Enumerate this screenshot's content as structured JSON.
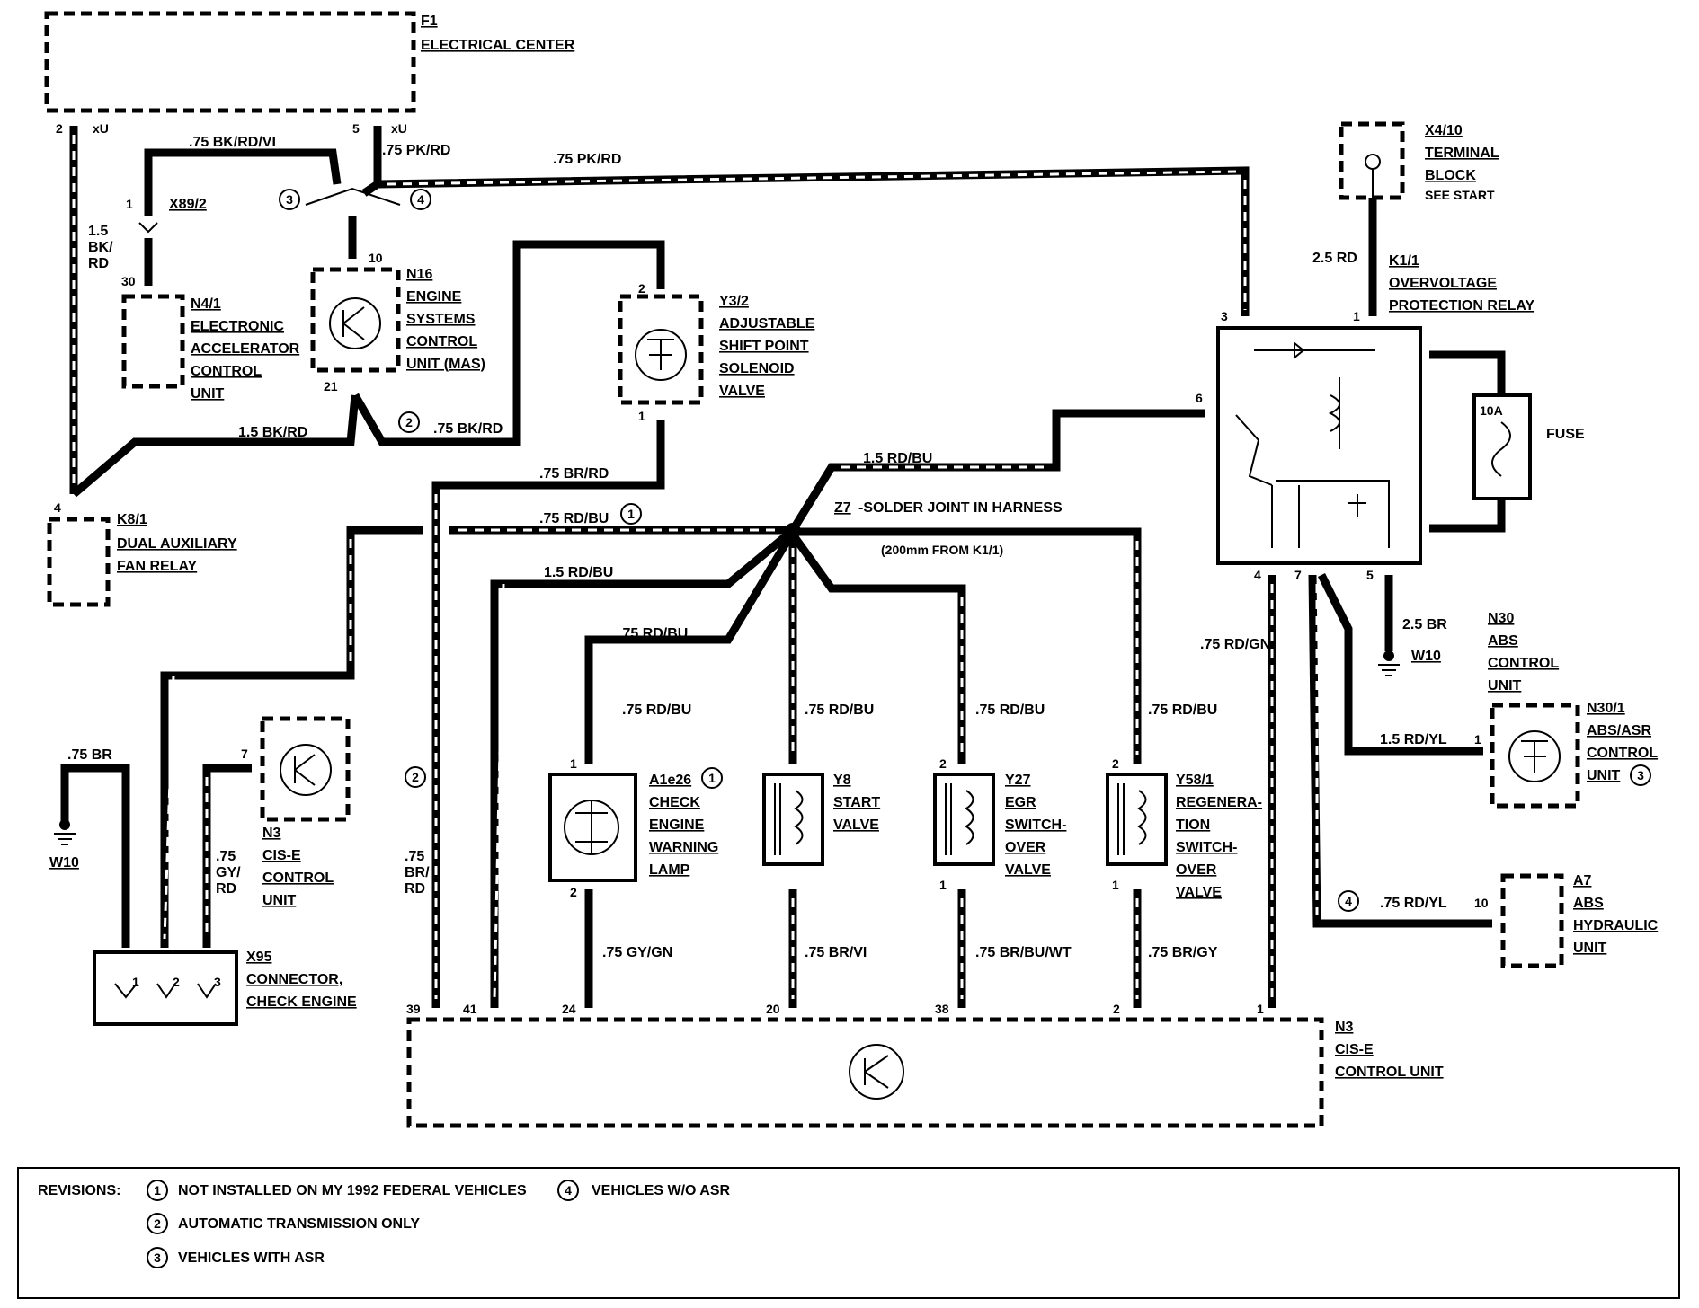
{
  "components": {
    "f1": {
      "id": "F1",
      "name": "ELECTRICAL CENTER"
    },
    "n4_1": {
      "id": "N4/1",
      "line1": "ELECTRONIC",
      "line2": "ACCELERATOR",
      "line3": "CONTROL",
      "line4": "UNIT"
    },
    "n16": {
      "id": "N16",
      "line1": "ENGINE",
      "line2": "SYSTEMS",
      "line3": "CONTROL",
      "line4": "UNIT (MAS)"
    },
    "y3_2": {
      "id": "Y3/2",
      "line1": "ADJUSTABLE",
      "line2": "SHIFT POINT",
      "line3": "SOLENOID",
      "line4": "VALVE"
    },
    "x4_10": {
      "id": "X4/10",
      "line1": "TERMINAL",
      "line2": "BLOCK",
      "line3": "SEE START"
    },
    "k1_1": {
      "id": "K1/1",
      "line1": "OVERVOLTAGE",
      "line2": "PROTECTION RELAY"
    },
    "fuse": {
      "name": "FUSE",
      "rating": "10A"
    },
    "k8_1": {
      "id": "K8/1",
      "line1": "DUAL AUXILIARY",
      "line2": "FAN RELAY"
    },
    "z7": {
      "id": "Z7",
      "text": "-SOLDER JOINT IN HARNESS",
      "note": "(200mm FROM K1/1)"
    },
    "n30": {
      "id": "N30",
      "line1": "ABS",
      "line2": "CONTROL",
      "line3": "UNIT"
    },
    "n30_1": {
      "id": "N30/1",
      "line1": "ABS/ASR",
      "line2": "CONTROL",
      "line3": "UNIT"
    },
    "a7": {
      "id": "A7",
      "line1": "ABS",
      "line2": "HYDRAULIC",
      "line3": "UNIT"
    },
    "n3_small": {
      "id": "N3",
      "line1": "CIS-E",
      "line2": "CONTROL",
      "line3": "UNIT"
    },
    "a1e26": {
      "id": "A1e26",
      "line1": "CHECK",
      "line2": "ENGINE",
      "line3": "WARNING",
      "line4": "LAMP"
    },
    "y8": {
      "id": "Y8",
      "line1": "START",
      "line2": "VALVE"
    },
    "y27": {
      "id": "Y27",
      "line1": "EGR",
      "line2": "SWITCH-",
      "line3": "OVER",
      "line4": "VALVE"
    },
    "y58_1": {
      "id": "Y58/1",
      "line1": "REGENERA-",
      "line2": "TION",
      "line3": "SWITCH-",
      "line4": "OVER",
      "line5": "VALVE"
    },
    "x95": {
      "id": "X95",
      "line1": "CONNECTOR,",
      "line2": "CHECK ENGINE"
    },
    "n3_main": {
      "id": "N3",
      "line1": "CIS-E",
      "line2": "CONTROL UNIT"
    },
    "w10": {
      "id": "W10"
    }
  },
  "wires": {
    "bk_rd_vi": ".75 BK/RD/VI",
    "pk_rd": ".75 PK/RD",
    "bk_rd_15_a": "1.5",
    "bk_rd_15_b": "BK/",
    "bk_rd_15_c": "RD",
    "bk_rd_15": "1.5 BK/RD",
    "bk_rd_75": ".75 BK/RD",
    "br_rd": ".75 BR/RD",
    "rd_bu_75": ".75 RD/BU",
    "rd_bu_15": "1.5 RD/BU",
    "rd_15_2_5": "2.5 RD",
    "br_2_5": "2.5 BR",
    "rd_gn": ".75 RD/GN",
    "rd_yl_15": "1.5 RD/YL",
    "rd_yl_75": ".75 RD/YL",
    "br_75": ".75 BR",
    "gy_rd_a": ".75",
    "gy_rd_b": "GY/",
    "gy_rd_c": "RD",
    "br_rd_v_a": ".75",
    "br_rd_v_b": "BR/",
    "br_rd_v_c": "RD",
    "gy_gn": ".75 GY/GN",
    "br_vi": ".75 BR/VI",
    "br_bu_wt": ".75 BR/BU/WT",
    "br_gy": ".75 BR/GY"
  },
  "connectors": {
    "xu": "xU",
    "x89_2": "X89/2"
  },
  "pins": {
    "p2": "2",
    "p5": "5",
    "p1": "1",
    "p30": "30",
    "p10": "10",
    "p21": "21",
    "p3": "3",
    "p6": "6",
    "p4": "4",
    "p7": "7",
    "p39": "39",
    "p41": "41",
    "p24": "24",
    "p20": "20",
    "p38": "38"
  },
  "revisions": {
    "title": "REVISIONS:",
    "r1": "NOT INSTALLED ON MY 1992 FEDERAL VEHICLES",
    "r2": "AUTOMATIC TRANSMISSION ONLY",
    "r3": "VEHICLES WITH ASR",
    "r4": "VEHICLES W/O ASR"
  },
  "circle_numbers": {
    "c1": "1",
    "c2": "2",
    "c3": "3",
    "c4": "4"
  }
}
